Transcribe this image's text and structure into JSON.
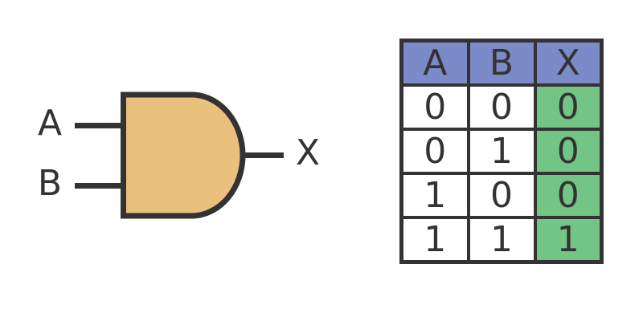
{
  "colors": {
    "gate-fill": "#E9C17D",
    "stroke": "#333333",
    "header-bg": "#7B8AC8",
    "output-bg": "#72C585",
    "cell-bg": "#FFFFFF",
    "text": "#333333",
    "canvas-bg": "#FFFFFF"
  },
  "gate": {
    "input_a_label": "A",
    "input_b_label": "B",
    "output_label": "X"
  },
  "truth_table": {
    "headers": [
      "A",
      "B",
      "X"
    ],
    "rows": [
      [
        "0",
        "0",
        "0"
      ],
      [
        "0",
        "1",
        "0"
      ],
      [
        "1",
        "0",
        "0"
      ],
      [
        "1",
        "1",
        "1"
      ]
    ]
  }
}
